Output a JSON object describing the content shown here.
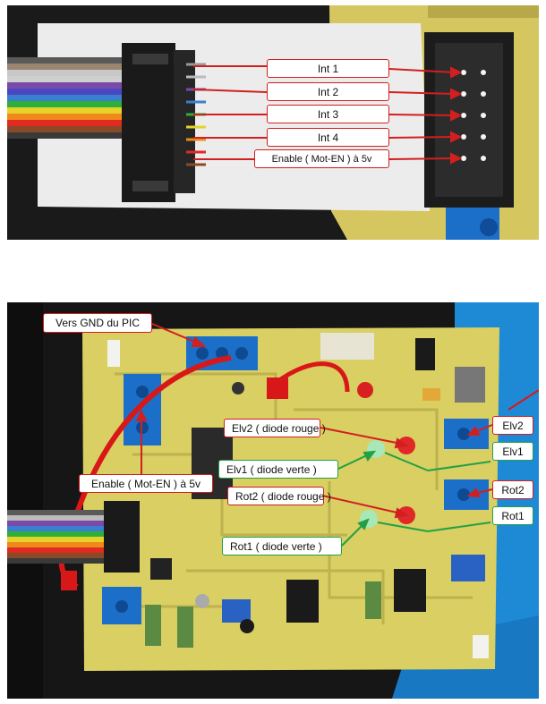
{
  "top_photo": {
    "labels": {
      "int1": "Int 1",
      "int2": "Int 2",
      "int3": "Int 3",
      "int4": "Int 4",
      "enable": "Enable ( Mot-EN ) à 5v"
    }
  },
  "bottom_photo": {
    "labels": {
      "vers_gnd": "Vers GND du PIC",
      "enable": "Enable ( Mot-EN ) à 5v",
      "elv2_led": "Elv2 ( diode rouge )",
      "elv1_led": "Elv1 ( diode verte )",
      "rot2_led": "Rot2 ( diode rouge )",
      "rot1_led": "Rot1 ( diode verte )",
      "elv2": "Elv2",
      "elv1": "Elv1",
      "rot2": "Rot2",
      "rot1": "Rot1"
    }
  },
  "colors": {
    "red_arrow": "#d21f1f",
    "green_arrow": "#23a046",
    "pcb": "#d9cf62",
    "pcb_blue_bg": "#1e8ad6"
  }
}
